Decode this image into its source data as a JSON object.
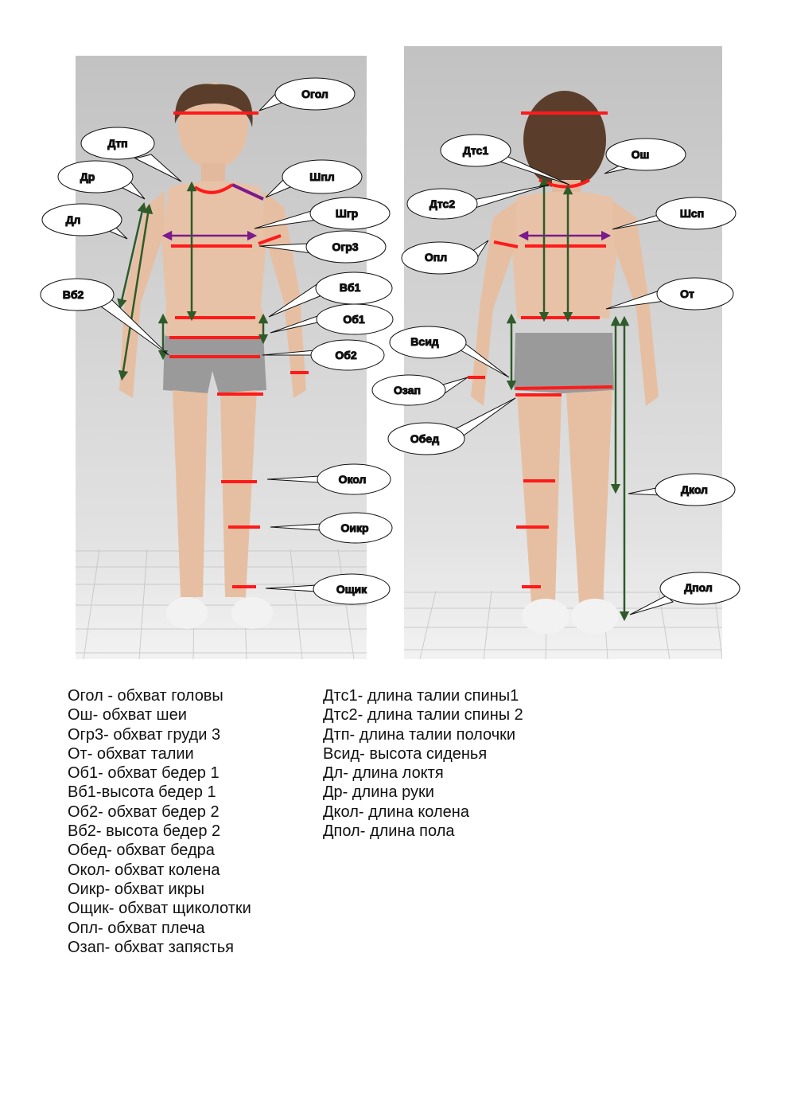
{
  "front_callouts": [
    "Огол",
    "Дтп",
    "Шпл",
    "Др",
    "Шгр",
    "Дл",
    "Огр3",
    "Вб2",
    "Вб1",
    "Об1",
    "Об2",
    "Окол",
    "Оикр",
    "Ощик"
  ],
  "back_callouts": [
    "Дтс1",
    "Ош",
    "Дтс2",
    "Шсп",
    "Опл",
    "От",
    "Всид",
    "Озап",
    "Обед",
    "Дкол",
    "Дпол"
  ],
  "legend_left": [
    "Огол - обхват головы",
    "Ош- обхват шеи",
    "Огр3- обхват груди 3",
    "От- обхват талии",
    "Об1- обхват бедер 1",
    "Вб1-высота бедер 1",
    "Об2- обхват бедер 2",
    "Вб2- высота бедер 2",
    "Обед- обхват бедра",
    "Окол- обхват колена",
    "Оикр- обхват икры",
    "Ощик- обхват щиколотки",
    "Опл- обхват плеча",
    "Озап- обхват запястья"
  ],
  "legend_right": [
    "Дтс1- длина талии спины1",
    "Дтс2- длина талии спины 2",
    "Дтп- длина талии полочки",
    "Всид- высота сиденья",
    "Дл- длина локтя",
    "Др- длина руки",
    "Дкол- длина колена",
    "Дпол- длина пола"
  ],
  "colors": {
    "measure_line": "#ff1a1a",
    "length_arrow": "#2f5a2a",
    "width_arrow": "#7a1a8c",
    "skin": "#e6bfa3",
    "hair": "#5a3e2b",
    "shorts": "#9a9a9a",
    "shoes": "#f2f2f2",
    "backdrop": "#cfcfcf"
  }
}
